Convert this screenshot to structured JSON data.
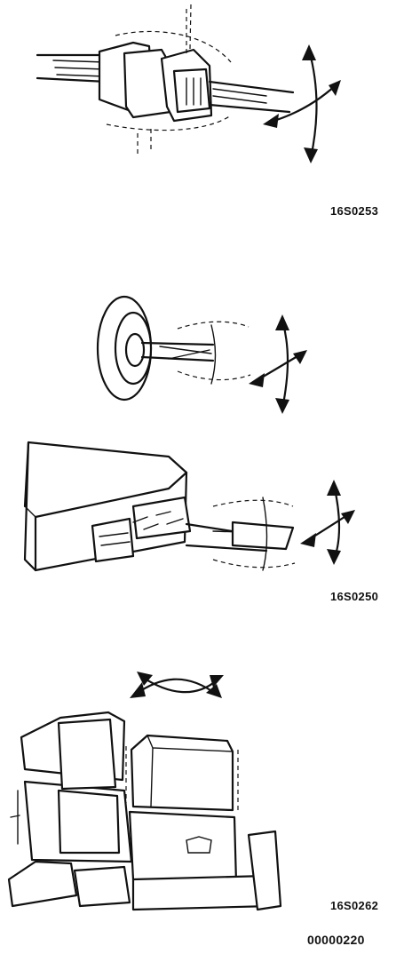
{
  "figures": [
    {
      "code": "16S0253",
      "icon": "connector-wiggle-arrows"
    },
    {
      "code": "16S0250",
      "icon": "grommet-and-ecu-connector-wiggle-arrows"
    },
    {
      "code": "16S0262",
      "icon": "relay-wiggle-arrows"
    }
  ],
  "document_code": "00000220"
}
